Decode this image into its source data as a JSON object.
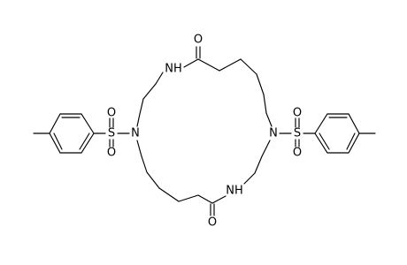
{
  "molecule": {
    "atoms": {
      "nh_top": "NH",
      "nh_bottom": "NH",
      "n_left": "N",
      "n_right": "N",
      "s_left": "S",
      "s_right": "S",
      "o_carbonyl_top": "O",
      "o_carbonyl_bottom": "O",
      "o_s_left_top": "O",
      "o_s_left_bottom": "O",
      "o_s_right_top": "O",
      "o_s_right_bottom": "O"
    }
  }
}
